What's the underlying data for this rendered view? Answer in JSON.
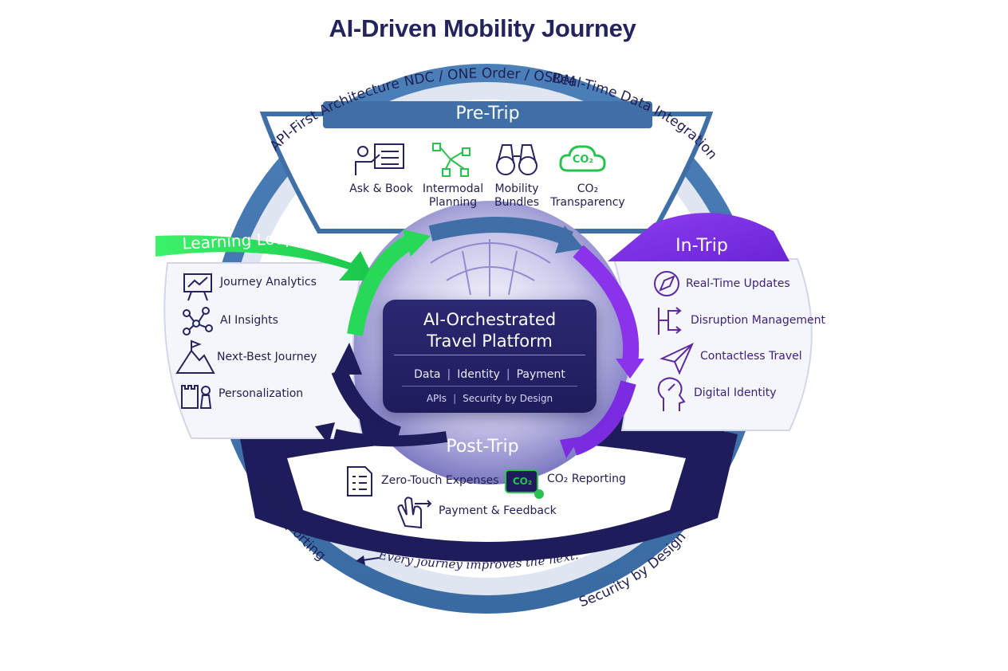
{
  "title": "AI-Driven Mobility Journey",
  "outer_ring": {
    "top": "NDC / ONE Order / OSDM",
    "top_left": "API-First Architecture",
    "top_right": "Real-Time Data Integration",
    "bottom_left": "ESG Reporting",
    "bottom_right": "Security by Design",
    "bottom": "Every journey improves the next."
  },
  "pre_trip": {
    "header": "Pre-Trip",
    "items": [
      {
        "label": "Ask & Book",
        "icon": "presenter-board-icon"
      },
      {
        "label": "Intermodal",
        "label2": "Planning",
        "icon": "route-network-icon"
      },
      {
        "label": "Mobility",
        "label2": "Bundles",
        "icon": "binoculars-icon"
      },
      {
        "label": "CO₂",
        "label2": "Transparency",
        "icon": "co2-cloud-icon",
        "badge": "CO₂"
      }
    ]
  },
  "learning_loop": {
    "header": "Learning Loop",
    "items": [
      {
        "label": "Journey Analytics",
        "icon": "analytics-board-icon"
      },
      {
        "label": "AI Insights",
        "icon": "network-nodes-icon"
      },
      {
        "label": "Next-Best Journey",
        "icon": "mountain-flag-icon"
      },
      {
        "label": "Personalization",
        "icon": "chess-pieces-icon"
      }
    ]
  },
  "in_trip": {
    "header": "In-Trip",
    "items": [
      {
        "label": "Real-Time Updates",
        "icon": "compass-icon"
      },
      {
        "label": "Disruption Management",
        "icon": "detour-icon"
      },
      {
        "label": "Contactless Travel",
        "icon": "paper-plane-icon"
      },
      {
        "label": "Digital Identity",
        "icon": "head-profile-icon"
      }
    ]
  },
  "post_trip": {
    "header": "Post-Trip",
    "items": [
      {
        "label": "Zero-Touch Expenses",
        "icon": "document-list-icon"
      },
      {
        "label": "CO₂ Reporting",
        "icon": "co2-badge-icon",
        "badge": "CO₂"
      },
      {
        "label": "Payment & Feedback",
        "icon": "tap-hand-icon"
      }
    ]
  },
  "platform": {
    "title_line1": "AI-Orchestrated",
    "title_line2": "Travel Platform",
    "row1": [
      "Data",
      "Identity",
      "Payment"
    ],
    "row2": [
      "APIs",
      "Security by Design"
    ]
  },
  "colors": {
    "navy": "#25235e",
    "ring_blue": "#3f6fa6",
    "green": "#27d957",
    "purple": "#7b2be0",
    "dark": "#1f1c5c"
  }
}
